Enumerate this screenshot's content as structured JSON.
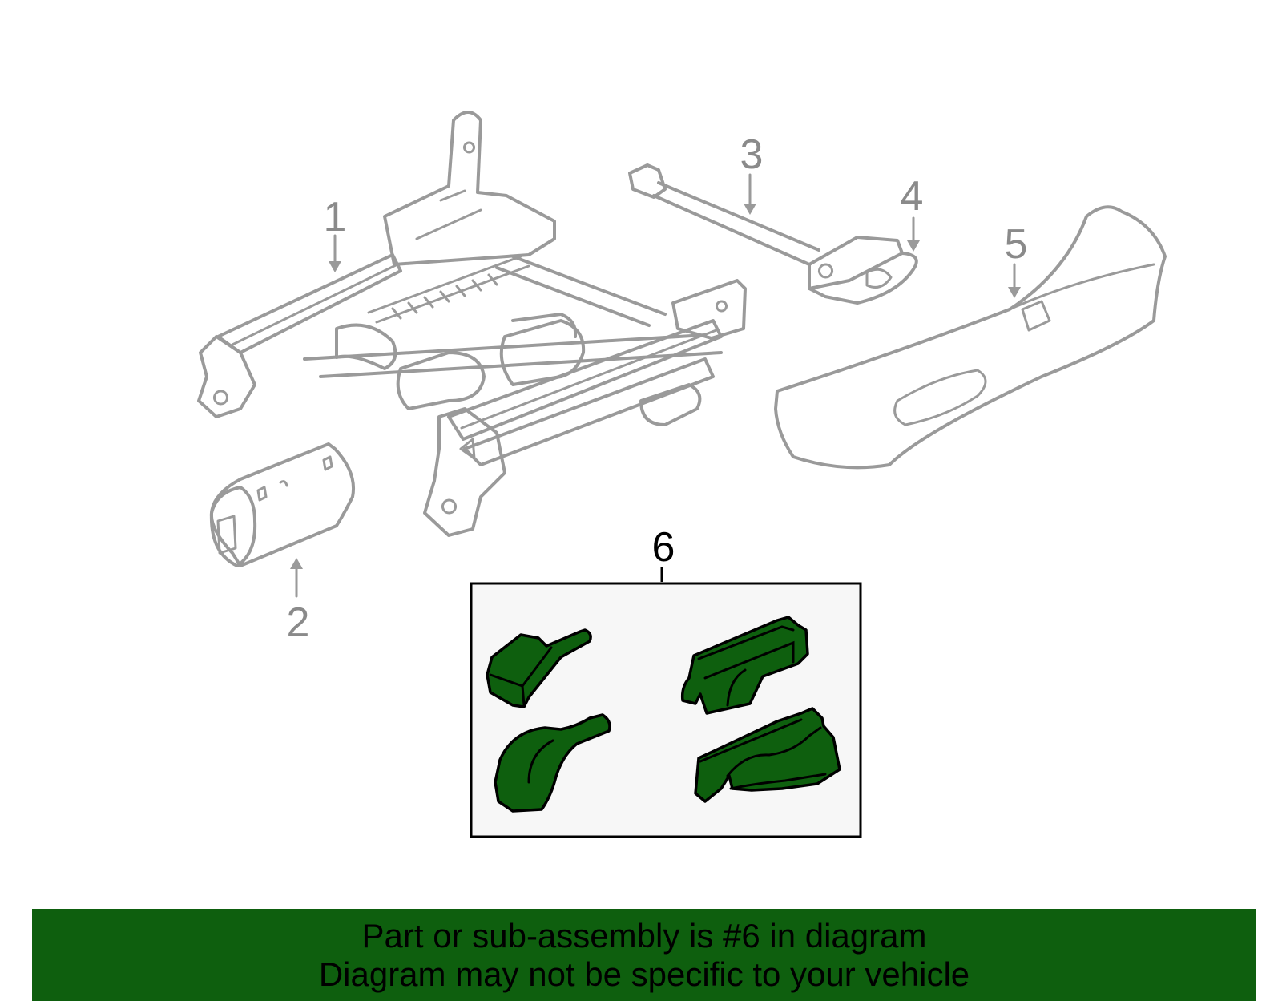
{
  "diagram": {
    "callouts": [
      {
        "number": "1",
        "highlighted": false
      },
      {
        "number": "2",
        "highlighted": false
      },
      {
        "number": "3",
        "highlighted": false
      },
      {
        "number": "4",
        "highlighted": false
      },
      {
        "number": "5",
        "highlighted": false
      },
      {
        "number": "6",
        "highlighted": true
      }
    ],
    "colors": {
      "line_art": "#9a9a9a",
      "highlight_fill": "#0e5f0e",
      "highlight_box_bg": "#f7f7f7",
      "banner_bg": "#0e5f0e",
      "banner_text": "#000000"
    }
  },
  "banner": {
    "line1": "Part or sub-assembly is #6 in diagram",
    "line2": "Diagram may not be specific to your vehicle"
  }
}
